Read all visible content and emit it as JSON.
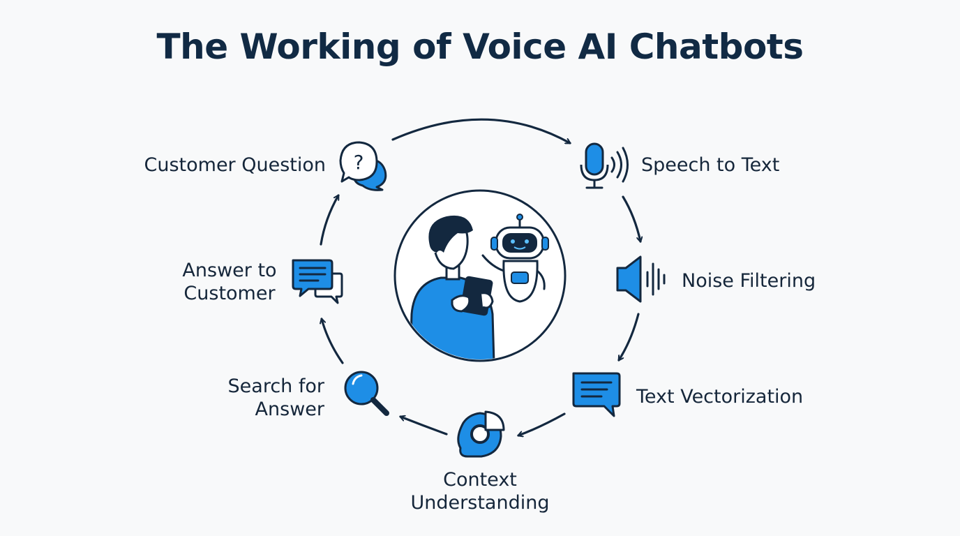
{
  "title": "The Working of Voice AI Chatbots",
  "colors": {
    "accent": "#1e8ee6",
    "ink": "#13283f",
    "background": "#f8f9fa"
  },
  "center_illustration": {
    "icons": [
      "person-icon",
      "tablet-icon",
      "robot-icon"
    ]
  },
  "steps": [
    {
      "id": "customer-question",
      "lines": [
        "Customer Question"
      ],
      "icon": "question-bubble-icon"
    },
    {
      "id": "speech-to-text",
      "lines": [
        "Speech to Text"
      ],
      "icon": "microphone-icon"
    },
    {
      "id": "noise-filtering",
      "lines": [
        "Noise Filtering"
      ],
      "icon": "speaker-wave-icon"
    },
    {
      "id": "text-vectorization",
      "lines": [
        "Text Vectorization"
      ],
      "icon": "text-bubble-icon"
    },
    {
      "id": "context-understanding",
      "lines": [
        "Context",
        "Understanding"
      ],
      "icon": "brain-pie-icon"
    },
    {
      "id": "search-for-answer",
      "lines": [
        "Search for",
        "Answer"
      ],
      "icon": "magnifier-icon"
    },
    {
      "id": "answer-to-customer",
      "lines": [
        "Answer to",
        "Customer"
      ],
      "icon": "chat-bubbles-icon"
    }
  ]
}
